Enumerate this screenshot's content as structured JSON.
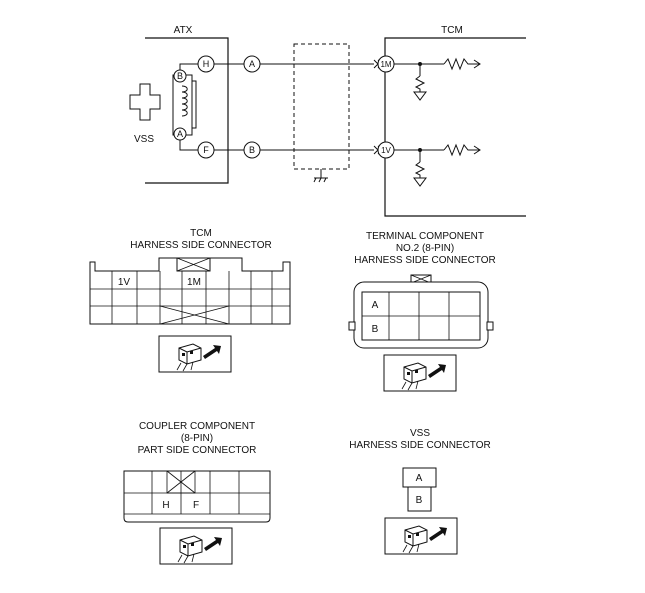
{
  "wiring": {
    "atx_label": "ATX",
    "tcm_label": "TCM",
    "vss_label": "VSS",
    "coil_pin_top": "B",
    "coil_pin_bottom": "A",
    "atx_pin_top": "H",
    "atx_pin_bottom": "F",
    "junction_top": "A",
    "junction_bottom": "B",
    "tcm_pin_top": "1M",
    "tcm_pin_bottom": "1V"
  },
  "tcm_connector": {
    "title_line1": "TCM",
    "title_line2": "HARNESS SIDE CONNECTOR",
    "pin_1v": "1V",
    "pin_1m": "1M"
  },
  "terminal_connector": {
    "title_line1": "TERMINAL COMPONENT",
    "title_line2": "NO.2 (8-PIN)",
    "title_line3": "HARNESS SIDE CONNECTOR",
    "pin_a": "A",
    "pin_b": "B"
  },
  "coupler_connector": {
    "title_line1": "COUPLER COMPONENT",
    "title_line2": "(8-PIN)",
    "title_line3": "PART SIDE CONNECTOR",
    "pin_h": "H",
    "pin_f": "F"
  },
  "vss_connector": {
    "title_line1": "VSS",
    "title_line2": "HARNESS SIDE CONNECTOR",
    "pin_a": "A",
    "pin_b": "B"
  }
}
